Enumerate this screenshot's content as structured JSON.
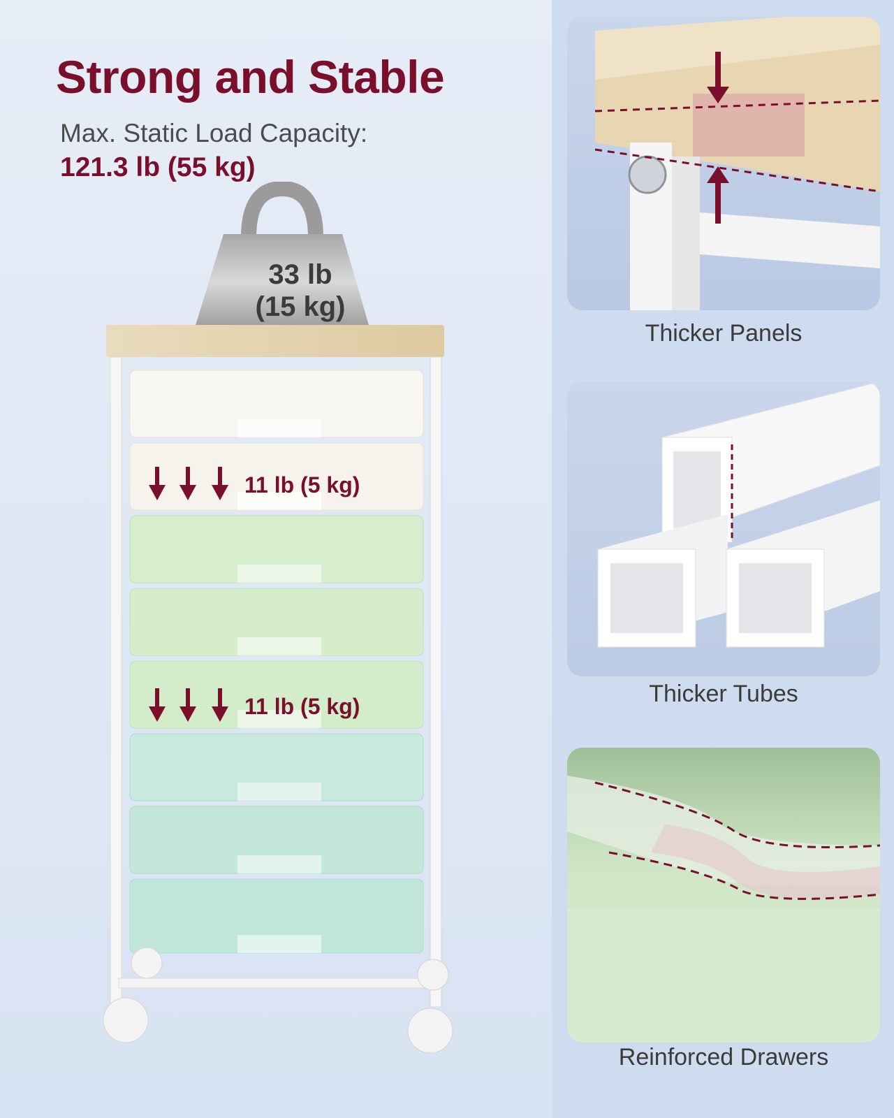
{
  "headline": {
    "title": "Strong and Stable",
    "capacity_label": "Max. Static Load Capacity:",
    "capacity_value": "121.3 lb (55 kg)"
  },
  "top_load": {
    "line1": "33 lb",
    "line2": "(15 kg)"
  },
  "drawer_loads": [
    {
      "label": "11 lb (5 kg)"
    },
    {
      "label": "11 lb (5 kg)"
    }
  ],
  "features": [
    {
      "caption": "Thicker Panels"
    },
    {
      "caption": "Thicker Tubes"
    },
    {
      "caption": "Reinforced Drawers"
    }
  ],
  "colors": {
    "accent": "#7a0f2c",
    "background": "#dbe5f3",
    "drawer_white": "#f7f5ef",
    "drawer_green": "#d4eccb",
    "drawer_mint": "#c6e8dc",
    "wood": "#e8d9b8"
  }
}
